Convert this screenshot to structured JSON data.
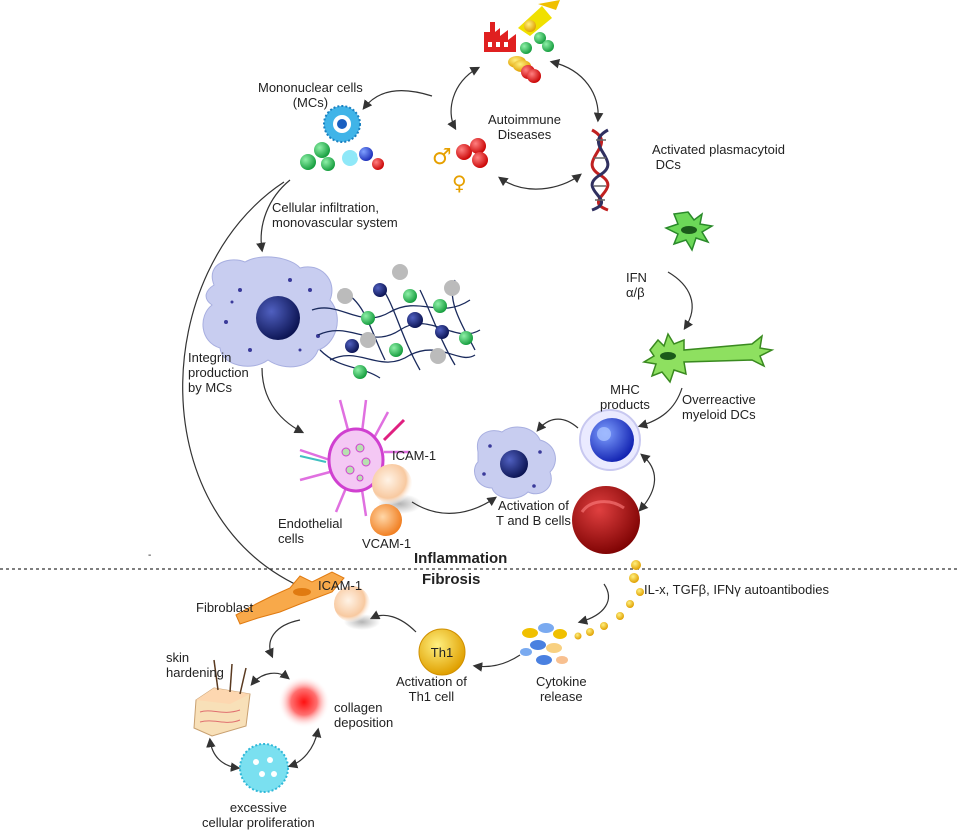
{
  "labels": {
    "autoimmune": "Autoimmune\nDiseases",
    "mononuclear": "Mononuclear cells\n(MCs)",
    "infiltration": "Cellular infiltration,\nmonovascular system",
    "activated_pdc": "Activated plasmacytoid\n DCs",
    "ifn": "IFN\nα/β",
    "integrin": "Integrin\nproduction\nby MCs",
    "mhc": "MHC\nproducts",
    "overreactive": "Overreactive\nmyeloid DCs",
    "icam_top": "ICAM-1",
    "endothelial": "Endothelial\ncells",
    "vcam": "VCAM-1",
    "activation_tb": "Activation of\nT and B cells",
    "inflammation": "Inflammation",
    "fibrosis": "Fibrosis",
    "cytokine_list": "IL-x, TGFβ, IFNγ autoantibodies",
    "icam_bottom": "ICAM-1",
    "fibroblast": "Fibroblast",
    "skin": "skin\nhardening",
    "th1_badge": "Th1",
    "th1_activation": "Activation of\nTh1 cell",
    "cytokine_release": "Cytokine\nrelease",
    "collagen": "collagen\ndeposition",
    "proliferation": "excessive\ncellular proliferation",
    "dot": "-"
  },
  "symbols": {
    "male": "♂",
    "female": "♀"
  },
  "colors": {
    "green_cell": "#22b14c",
    "blue_cell": "#1f5fd6",
    "red_cell": "#e01010",
    "dark_red": "#b00000",
    "magenta": "#e040e0",
    "yellow": "#f0c000",
    "orange": "#f08a2c",
    "navy": "#1a2a6c",
    "cyan": "#40c8e0",
    "lavender": "#c8cdf0"
  }
}
